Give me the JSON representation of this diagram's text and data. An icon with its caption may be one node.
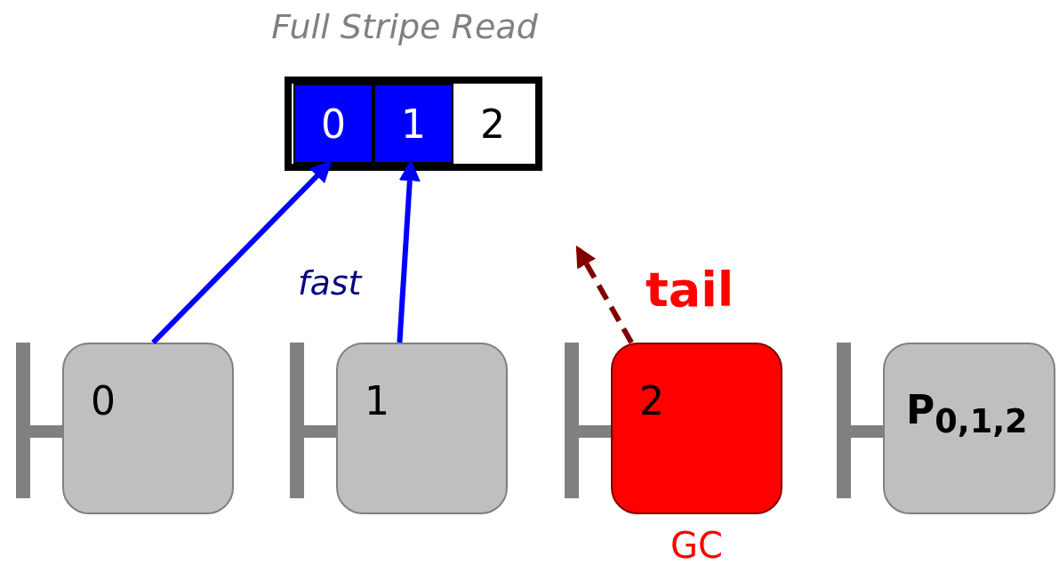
{
  "diagram": {
    "nodes": [
      {
        "text": [
          "Full Stripe Read"
        ]
      },
      {
        "text": [
          "0"
        ],
        "in": 0
      },
      {
        "text": [
          "1"
        ],
        "in": 0
      },
      {
        "text": [
          "2"
        ],
        "in": 0
      },
      {
        "text": [
          "0"
        ]
      },
      {
        "text": [
          "1"
        ]
      },
      {
        "text": [
          "2"
        ],
        "beside": [
          "GC"
        ]
      },
      {
        "text": [
          "P$_{0,1,2}$"
        ]
      }
    ],
    "edges": [
      {
        "from": 4,
        "to": 1,
        "arrow": "to",
        "color": "#0000ff"
      },
      {
        "from": 5,
        "to": 2,
        "arrow": "to",
        "color": "#0000ff"
      },
      {
        "from": 6,
        "to": null,
        "arrow": "to",
        "style": "dashed",
        "color": "#800000"
      }
    ],
    "labels": [
      "fast",
      "tail"
    ]
  }
}
